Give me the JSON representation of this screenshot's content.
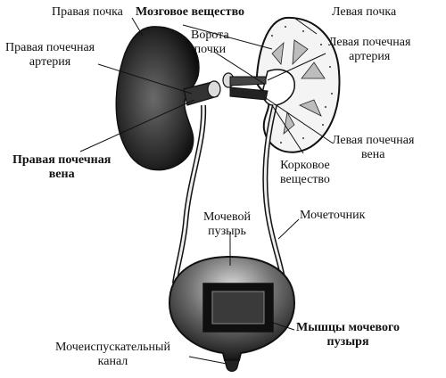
{
  "labels": {
    "right_kidney": [
      "Правая почка"
    ],
    "medulla": [
      "Мозговое вещество"
    ],
    "left_kidney": [
      "Левая почка"
    ],
    "right_renal_artery": [
      "Правая почечная",
      "артерия"
    ],
    "hilum": [
      "Ворота",
      "почки"
    ],
    "left_renal_artery": [
      "Левая почечная",
      "артерия"
    ],
    "right_renal_vein": [
      "Правая почечная",
      "вена"
    ],
    "left_renal_vein": [
      "Левая почечная",
      "вена"
    ],
    "cortex": [
      "Корковое",
      "вещество"
    ],
    "bladder": [
      "Мочевой",
      "пузырь"
    ],
    "ureter": [
      "Мочеточник"
    ],
    "bladder_muscles": [
      "Мышцы  мочевого",
      "пузыря"
    ],
    "urethra": [
      "Мочеиспускательный",
      "канал"
    ]
  },
  "colors": {
    "ink": "#111111",
    "organ_dark": "#1a1a1a",
    "organ_mid": "#555555",
    "highlight": "#e8e8e8"
  }
}
